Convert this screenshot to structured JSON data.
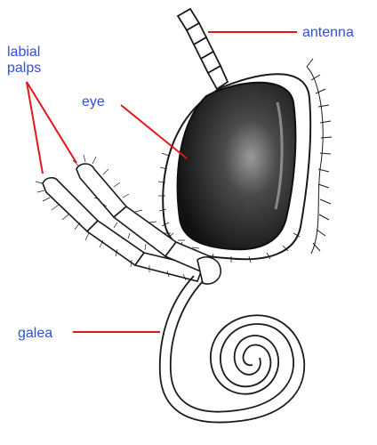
{
  "diagram": {
    "labels": {
      "antenna": "antenna",
      "labial_palps_line1": "labial",
      "labial_palps_line2": "palps",
      "eye": "eye",
      "galea": "galea"
    },
    "colors": {
      "label_text": "#3050d8",
      "leader_line": "#e01818",
      "outline": "#1a1a1a",
      "eye_fill": "#1c1c1c",
      "eye_highlight": "#8a8a8a",
      "background": "#ffffff"
    }
  }
}
